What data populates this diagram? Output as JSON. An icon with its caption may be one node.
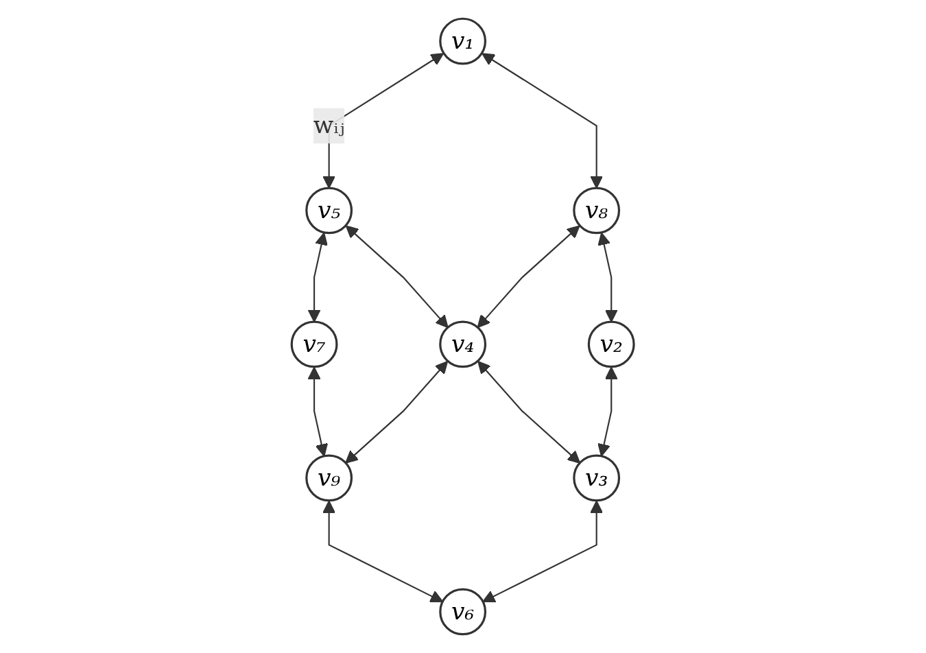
{
  "diagram": {
    "nodes": [
      {
        "text": [
          "v₁"
        ]
      },
      {
        "text": [
          "v₅"
        ]
      },
      {
        "text": [
          "v₇"
        ]
      },
      {
        "text": [
          "v₈"
        ]
      },
      {
        "text": [
          "v₄"
        ]
      },
      {
        "text": [
          "v₉"
        ]
      },
      {
        "text": [
          "v₂"
        ]
      },
      {
        "text": [
          "v₃"
        ]
      },
      {
        "text": [
          "v₆"
        ]
      }
    ],
    "edges": [
      {
        "from": 0,
        "to": 1,
        "arrow": "both",
        "label": "wᵢⱼ"
      },
      {
        "from": 1,
        "to": 2,
        "arrow": "both"
      },
      {
        "from": 0,
        "to": 3,
        "arrow": "both"
      },
      {
        "from": 1,
        "to": 4,
        "arrow": "both"
      },
      {
        "from": 2,
        "to": 5,
        "arrow": "both"
      },
      {
        "from": 3,
        "to": 4,
        "arrow": "both"
      },
      {
        "from": 4,
        "to": 5,
        "arrow": "both"
      },
      {
        "from": 3,
        "to": 6,
        "arrow": "both"
      },
      {
        "from": 4,
        "to": 7,
        "arrow": "both"
      },
      {
        "from": 5,
        "to": 8,
        "arrow": "both"
      },
      {
        "from": 6,
        "to": 7,
        "arrow": "both"
      },
      {
        "from": 7,
        "to": 8,
        "arrow": "both"
      }
    ]
  }
}
